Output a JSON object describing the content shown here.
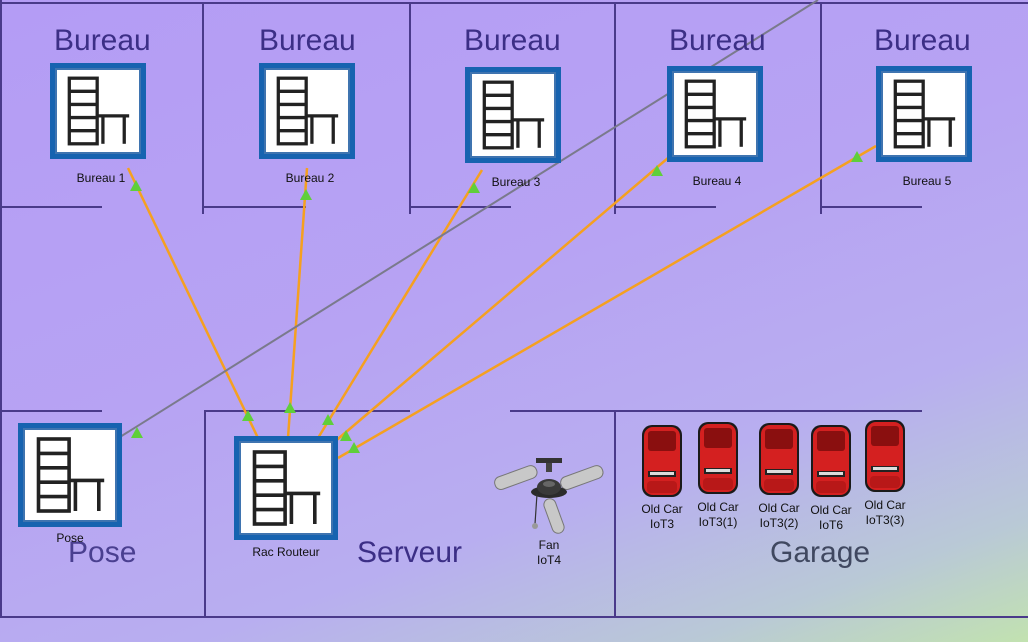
{
  "rooms": {
    "bureau_a": "Bureau",
    "bureau_b": "Bureau",
    "bureau_c": "Bureau",
    "bureau_d": "Bureau",
    "bureau_e": "Bureau",
    "pose": "Pose",
    "serveur": "Serveur",
    "garage": "Garage"
  },
  "devices": {
    "bureau1": "Bureau 1",
    "bureau2": "Bureau 2",
    "bureau3": "Bureau 3",
    "bureau4": "Bureau 4",
    "bureau5": "Bureau 5",
    "pose": "Pose",
    "router": "Rac Routeur"
  },
  "iot": {
    "fan": {
      "line1": "Fan",
      "line2": "IoT4"
    },
    "car1": {
      "line1": "Old Car",
      "line2": "IoT3"
    },
    "car2": {
      "line1": "Old Car",
      "line2": "IoT3(1)"
    },
    "car3": {
      "line1": "Old Car",
      "line2": "IoT3(2)"
    },
    "car4": {
      "line1": "Old Car",
      "line2": "IoT6"
    },
    "car5": {
      "line1": "Old Car",
      "line2": "IoT3(3)"
    }
  },
  "colors": {
    "cable_orange": "#f5a020",
    "cable_gray": "#7a7a8c",
    "link_light": "#5fcf3a",
    "wall": "#4a3a8a",
    "device_border": "#1763b0",
    "car_red": "#d42020"
  }
}
